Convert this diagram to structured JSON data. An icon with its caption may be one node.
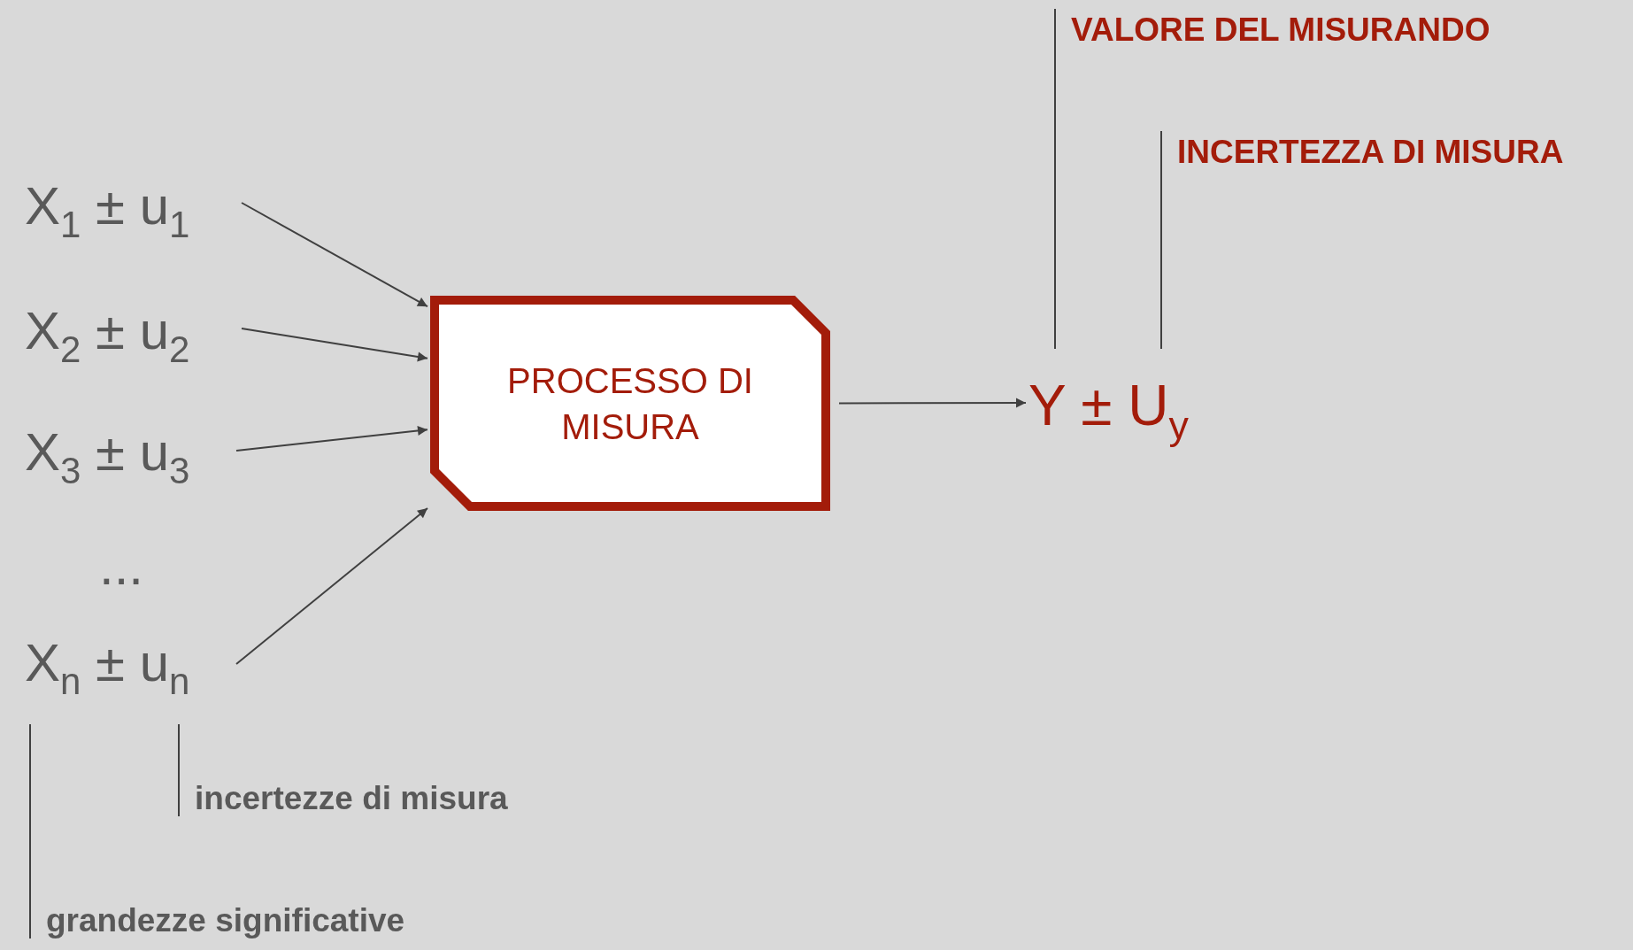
{
  "diagram": {
    "nodes": [
      {
        "text": [
          "X$_{1}$ ± u$_{1}$"
        ]
      },
      {
        "text": [
          "X$_{2}$ ± u$_{2}$"
        ]
      },
      {
        "text": [
          "X$_{3}$ ± u$_{3}$"
        ]
      },
      {
        "text": [
          "X$_{n}$ ± u$_{n}$"
        ]
      },
      {
        "text": [
          "PROCESSO DI MISURA"
        ]
      },
      {
        "text": [
          "Y ± U$_{y}$"
        ]
      },
      {
        "text": [
          "VALORE DEL MISURANDO"
        ]
      },
      {
        "text": [
          "INCERTEZZA DI MISURA"
        ]
      },
      {
        "text": [
          "incertezze di misura"
        ]
      },
      {
        "text": [
          "grandezze significative"
        ]
      }
    ],
    "edges": [
      {
        "from": 0,
        "to": 4,
        "arrow": "to"
      },
      {
        "from": 1,
        "to": 4,
        "arrow": "to"
      },
      {
        "from": 2,
        "to": 4,
        "arrow": "to"
      },
      {
        "from": 3,
        "to": 4,
        "arrow": "to"
      },
      {
        "from": 4,
        "to": 5,
        "arrow": "to"
      },
      {
        "from": 6,
        "to": 5,
        "arrow": "none"
      },
      {
        "from": 7,
        "to": 5,
        "arrow": "none"
      },
      {
        "from": 8,
        "to": 3,
        "arrow": "none"
      },
      {
        "from": 9,
        "to": 3,
        "arrow": "none"
      }
    ],
    "labels": [
      "..."
    ]
  }
}
